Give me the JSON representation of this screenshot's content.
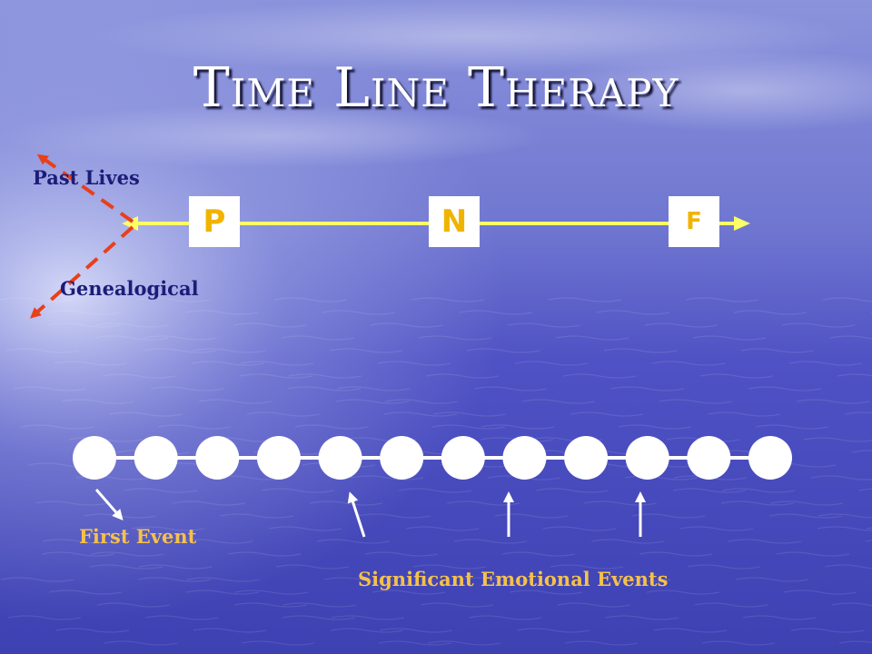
{
  "title": "Time Line Therapy",
  "timeline": {
    "past_label": "P",
    "now_label": "N",
    "future_label": "F",
    "line_color": "#ffff66",
    "box_letter_color": "#f0b400"
  },
  "branches": {
    "past_lives": "Past Lives",
    "genealogical": "Genealogical",
    "arrow_color": "#e8401a"
  },
  "events": {
    "count": 12,
    "first_event": "First Event",
    "significant": "Significant Emotional Events",
    "label_color": "#f5c14a",
    "marked_indices": [
      0,
      4,
      7,
      9
    ]
  },
  "colors": {
    "sky_top": "#7d86d6",
    "sea_mid": "#4b4cc2",
    "sea_bottom": "#3f43b4",
    "label_dark": "#1c1c78"
  }
}
